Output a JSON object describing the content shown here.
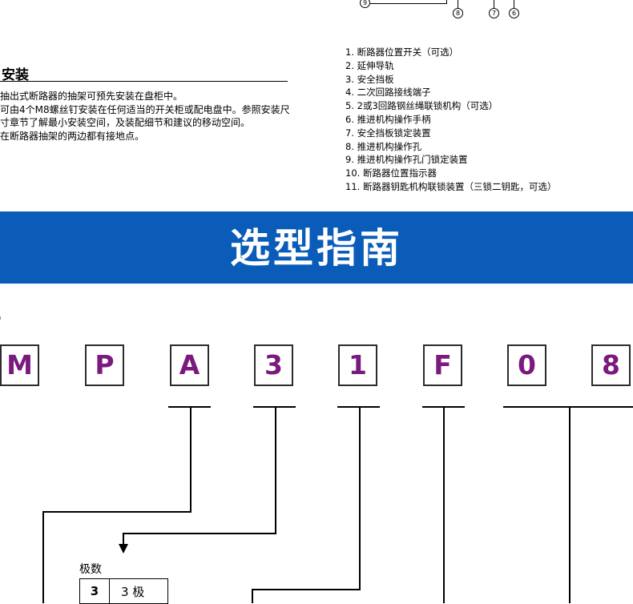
{
  "diagram_callouts": [
    "9",
    "8",
    "7",
    "6"
  ],
  "installation": {
    "title": "安装",
    "paragraphs": [
      "抽出式断路器的抽架可预先安装在盘柜中。",
      "可由4个M8螺丝钉安装在任何适当的开关柜或配电盘中。参照安装尺寸章节了解最小安装空间，及装配细节和建议的移动空间。",
      "在断路器抽架的两边都有接地点。"
    ]
  },
  "parts_list": [
    "1. 断路器位置开关（可选）",
    "2. 延伸导轨",
    "3. 安全挡板",
    "4. 二次回路接线端子",
    "5. 2或3回路钢丝绳联锁机构（可选）",
    "6. 推进机构操作手柄",
    "7. 安全挡板锁定装置",
    "8. 推进机构操作孔",
    "9. 推进机构操作孔门锁定装置",
    "10. 断路器位置指示器",
    "11. 断路器钥匙机构联锁装置（三锁二钥匙，可选）"
  ],
  "banner": {
    "title": "选型指南",
    "color": "#0a5cb8"
  },
  "model_code": [
    "M",
    "P",
    "A",
    "3",
    "1",
    "F",
    "0",
    "8"
  ],
  "code_color": "#7a1a7e",
  "poles": {
    "label": "极数",
    "rows": [
      {
        "code": "3",
        "desc": "3 极"
      }
    ]
  }
}
